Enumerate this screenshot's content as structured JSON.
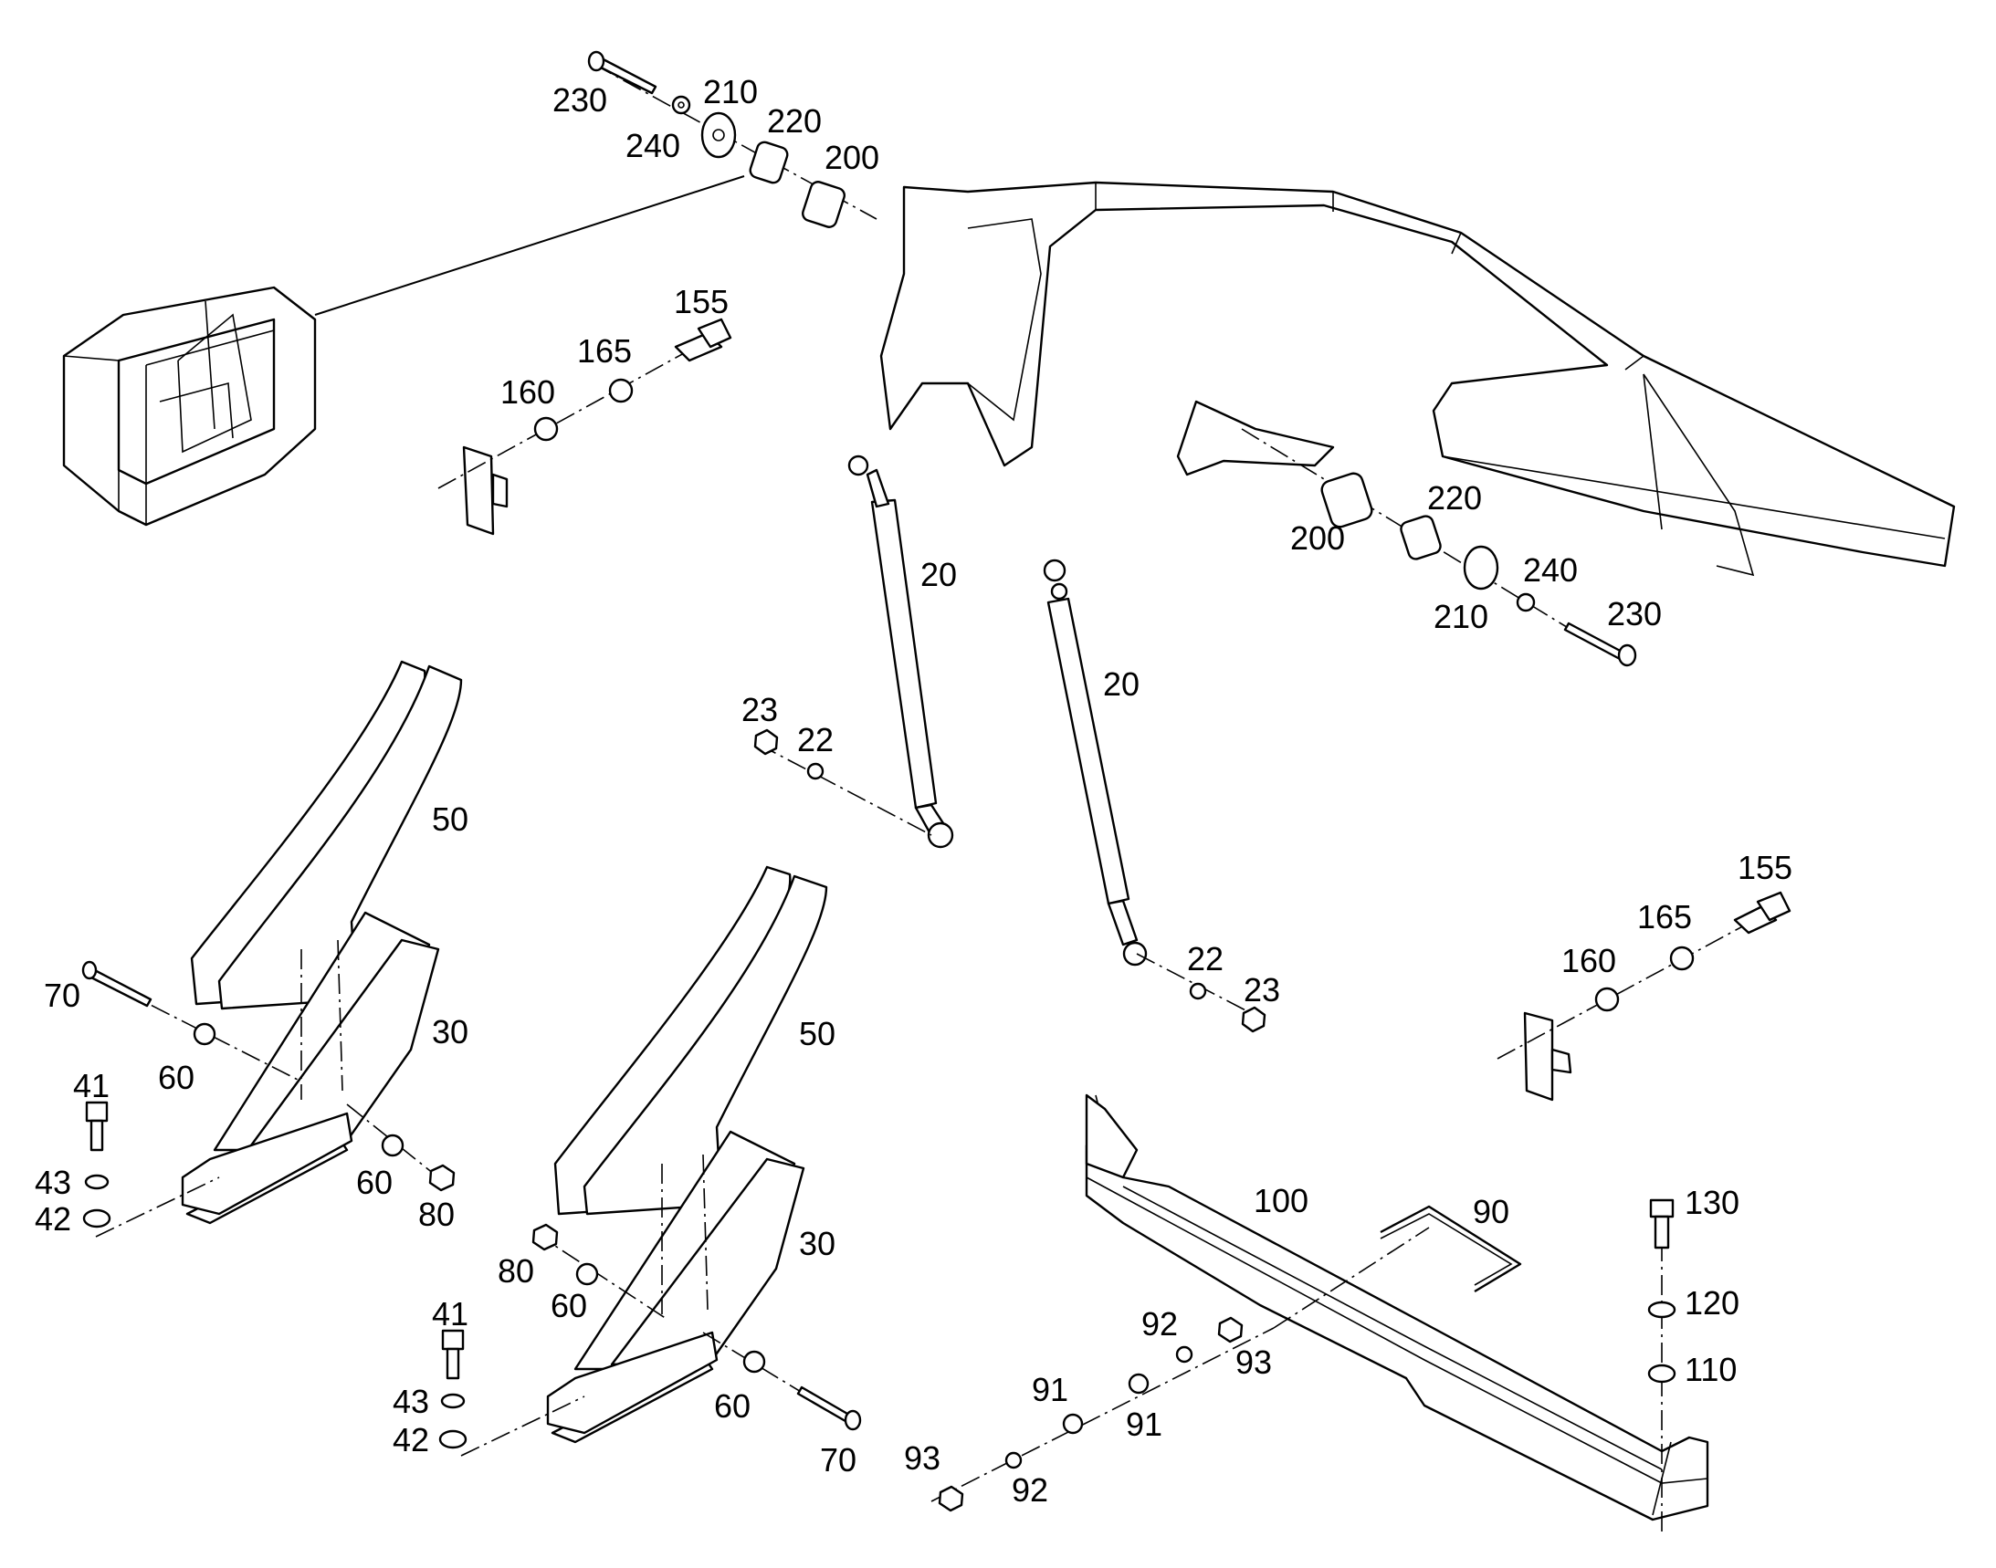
{
  "diagram": {
    "callouts": [
      {
        "id": "c230a",
        "text": "230"
      },
      {
        "id": "c210a",
        "text": "210"
      },
      {
        "id": "c240a",
        "text": "240"
      },
      {
        "id": "c220a",
        "text": "220"
      },
      {
        "id": "c200a",
        "text": "200"
      },
      {
        "id": "c155a",
        "text": "155"
      },
      {
        "id": "c165a",
        "text": "165"
      },
      {
        "id": "c160a",
        "text": "160"
      },
      {
        "id": "c20a",
        "text": "20"
      },
      {
        "id": "c20b",
        "text": "20"
      },
      {
        "id": "c23a",
        "text": "23"
      },
      {
        "id": "c22a",
        "text": "22"
      },
      {
        "id": "c220b",
        "text": "220"
      },
      {
        "id": "c200b",
        "text": "200"
      },
      {
        "id": "c240b",
        "text": "240"
      },
      {
        "id": "c210b",
        "text": "210"
      },
      {
        "id": "c230b",
        "text": "230"
      },
      {
        "id": "c50a",
        "text": "50"
      },
      {
        "id": "c30a",
        "text": "30"
      },
      {
        "id": "c70a",
        "text": "70"
      },
      {
        "id": "c60a",
        "text": "60"
      },
      {
        "id": "c41a",
        "text": "41"
      },
      {
        "id": "c43a",
        "text": "43"
      },
      {
        "id": "c42a",
        "text": "42"
      },
      {
        "id": "c60b",
        "text": "60"
      },
      {
        "id": "c80a",
        "text": "80"
      },
      {
        "id": "c22b",
        "text": "22"
      },
      {
        "id": "c23b",
        "text": "23"
      },
      {
        "id": "c155b",
        "text": "155"
      },
      {
        "id": "c165b",
        "text": "165"
      },
      {
        "id": "c160b",
        "text": "160"
      },
      {
        "id": "c50b",
        "text": "50"
      },
      {
        "id": "c30b",
        "text": "30"
      },
      {
        "id": "c80b",
        "text": "80"
      },
      {
        "id": "c60c",
        "text": "60"
      },
      {
        "id": "c41b",
        "text": "41"
      },
      {
        "id": "c43b",
        "text": "43"
      },
      {
        "id": "c42b",
        "text": "42"
      },
      {
        "id": "c60d",
        "text": "60"
      },
      {
        "id": "c70b",
        "text": "70"
      },
      {
        "id": "c100",
        "text": "100"
      },
      {
        "id": "c90",
        "text": "90"
      },
      {
        "id": "c130",
        "text": "130"
      },
      {
        "id": "c120",
        "text": "120"
      },
      {
        "id": "c110",
        "text": "110"
      },
      {
        "id": "c92a",
        "text": "92"
      },
      {
        "id": "c93a",
        "text": "93"
      },
      {
        "id": "c91a",
        "text": "91"
      },
      {
        "id": "c91b",
        "text": "91"
      },
      {
        "id": "c93b",
        "text": "93"
      },
      {
        "id": "c92b",
        "text": "92"
      }
    ]
  }
}
